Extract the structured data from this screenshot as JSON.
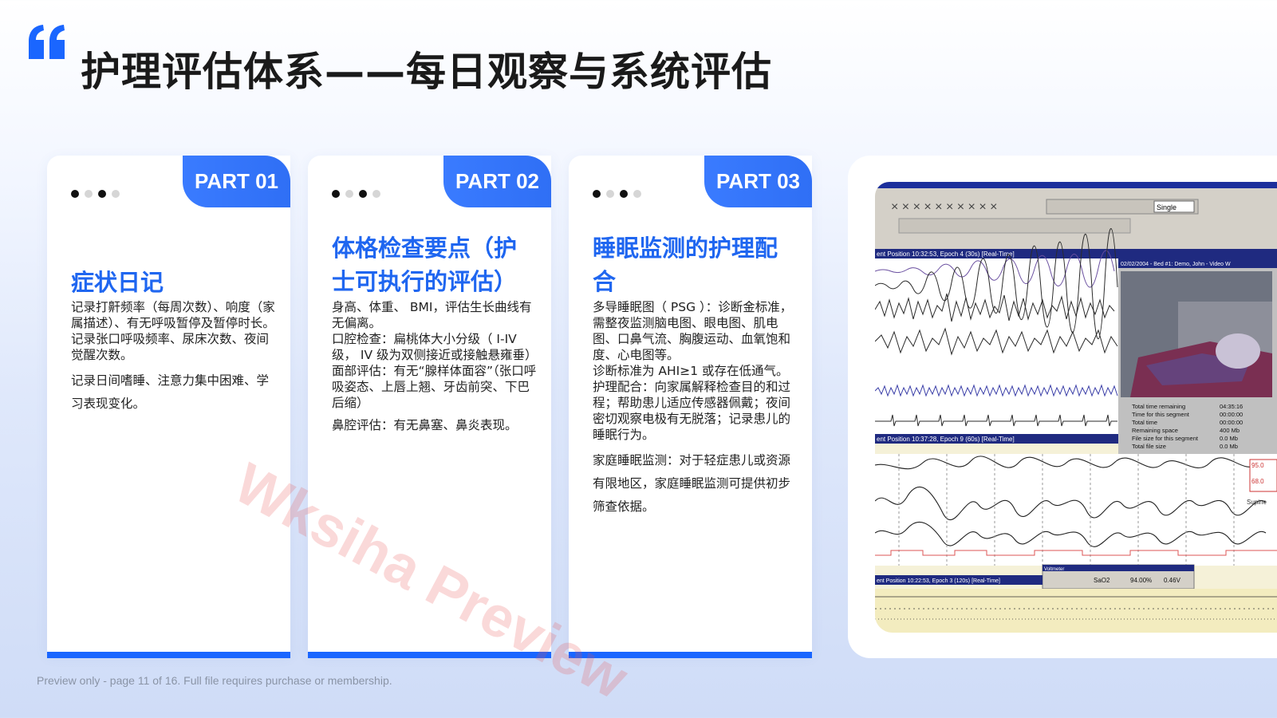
{
  "header": {
    "title": "护理评估体系——每日观察与系统评估"
  },
  "cards": [
    {
      "tab": "PART 01",
      "active_dot": 3,
      "heading": "症状日记",
      "lines": [
        "记录打鼾频率（每周次数）、响度（家属描述）、有无呼吸暂停及暂停时长。",
        "记录张口呼吸频率、尿床次数、夜间觉醒次数。"
      ],
      "extra": "记录日间嗜睡、注意力集中困难、学习表现变化。"
    },
    {
      "tab": "PART 02",
      "active_dot": 3,
      "heading": "体格检查要点（护士可执行的评估）",
      "lines": [
        "身高、体重、 BMI，评估生长曲线有无偏离。",
        "口腔检查：扁桃体大小分级（ I-IV 级， IV 级为双侧接近或接触悬雍垂）",
        "面部评估：有无“腺样体面容”（张口呼吸姿态、上唇上翘、牙齿前突、下巴后缩）"
      ],
      "extra": "鼻腔评估：有无鼻塞、鼻炎表现。"
    },
    {
      "tab": "PART 03",
      "active_dot": 3,
      "heading": "睡眠监测的护理配合",
      "lines": [
        "多导睡眠图（ PSG ）：诊断金标准，需整夜监测脑电图、眼电图、肌电图、口鼻气流、胸腹运动、血氧饱和度、心电图等。",
        "诊断标准为 AHI≥1 或存在低通气。",
        "护理配合：向家属解释检查目的和过程；帮助患儿适应传感器佩戴；夜间密切观察电极有无脱落；记录患儿的睡眠行为。"
      ],
      "extra": "家庭睡眠监测：对于轻症患儿或资源有限地区，家庭睡眠监测可提供初步筛查依据。"
    }
  ],
  "image": {
    "alt": "sleep-monitor-screenshot",
    "panel1_label": "ent Position 10:32:53, Epoch 4 (30s) [Real-Time]",
    "panel2_label": "ent Position 10:37:28, Epoch 9 (60s) [Real-Time]",
    "panel3_label": "ent Position 10:22:53, Epoch 3 (120s) [Real-Time]",
    "video_label": "02/02/2004 - Bed #1: Demo, John - Video W",
    "stats": [
      [
        "Total time remaining",
        "04:35:16"
      ],
      [
        "Time for this segment",
        "00:00:00"
      ],
      [
        "Total time",
        "00:00:00"
      ],
      [
        "Remaining space",
        "400 Mb"
      ],
      [
        "File size for this segment",
        "0.0 Mb"
      ],
      [
        "Total file size",
        "0.0 Mb"
      ]
    ],
    "mode": "Single",
    "voltmeter": "Voltmeter",
    "volt_values": [
      "SaO2",
      "94.00%",
      "0.46V"
    ],
    "right_values": [
      "95.0",
      "68.0",
      "Supine"
    ]
  },
  "watermark": "Wksiha Preview",
  "footer": "Preview only - page 11 of 16. Full file requires purchase or membership.",
  "colors": {
    "accent": "#1f66f0",
    "tab": "#3a7bff",
    "bar": "#1a66ff"
  }
}
